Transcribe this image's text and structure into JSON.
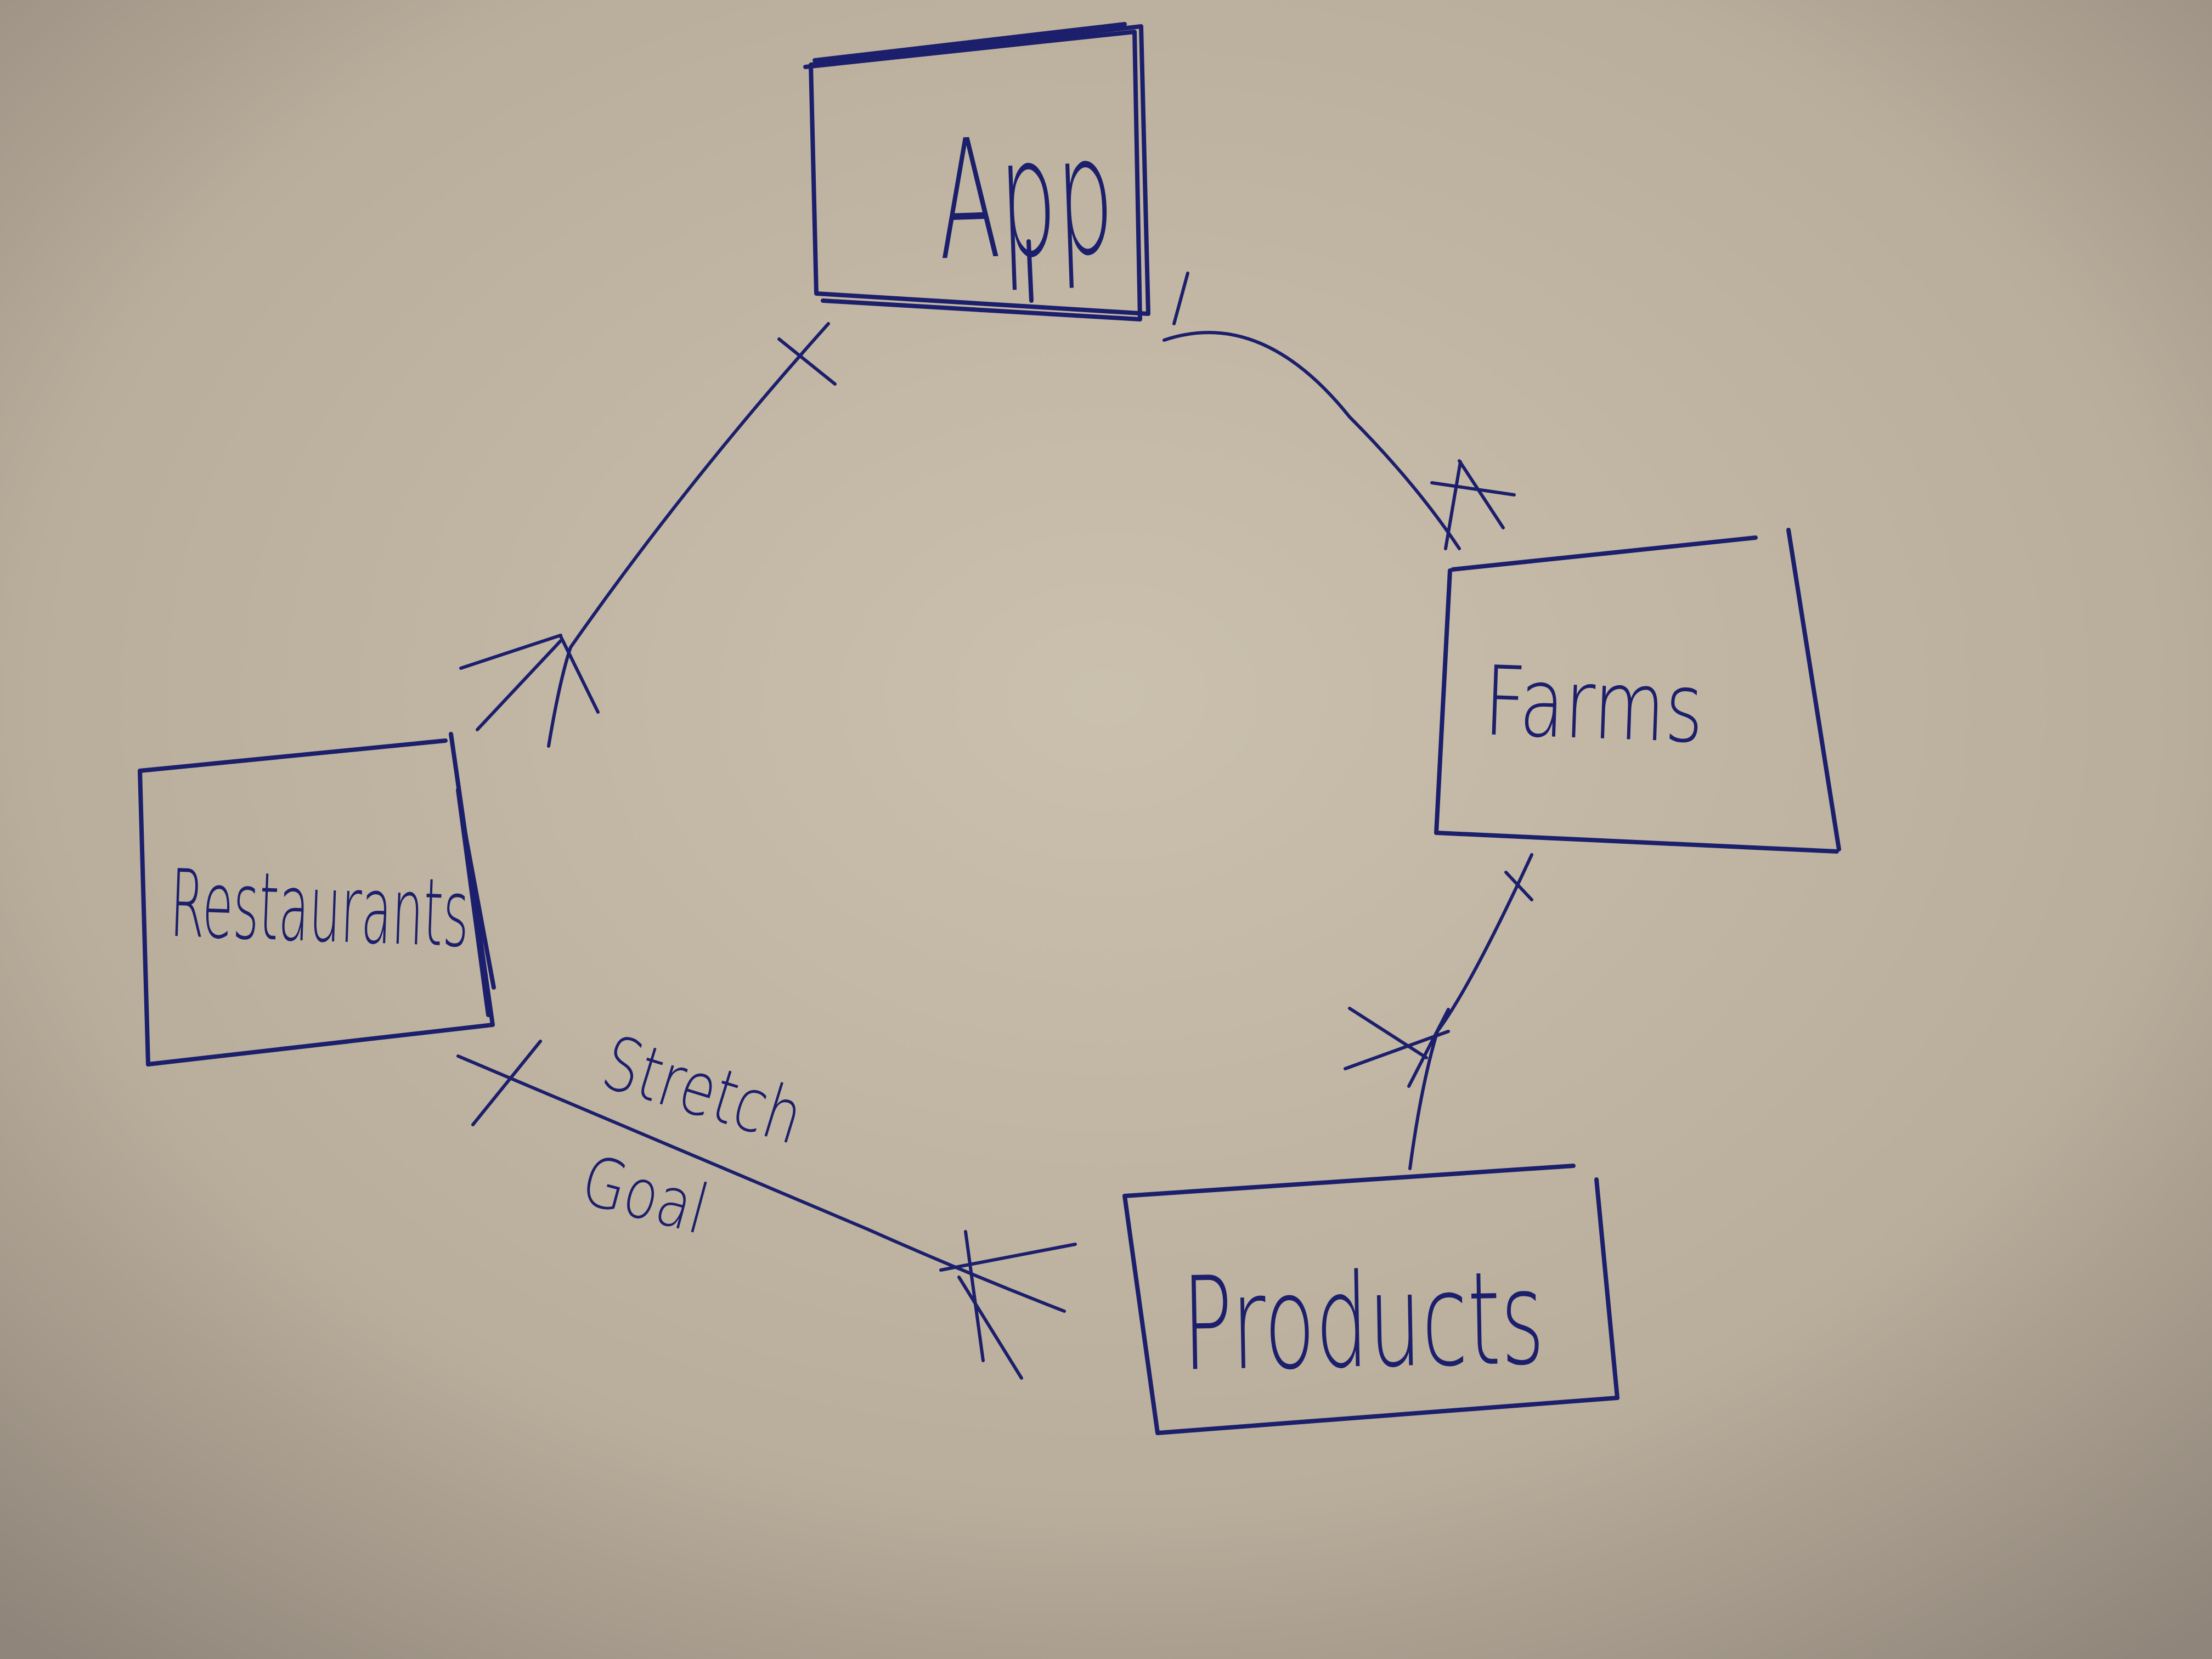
{
  "colors": {
    "paper_light": "#cbc0ae",
    "paper_mid": "#b9ad9b",
    "paper_dark": "#8f857a",
    "ink": "#1c1f6b"
  },
  "entities": [
    {
      "id": "app",
      "label": "App"
    },
    {
      "id": "farms",
      "label": "Farms"
    },
    {
      "id": "products",
      "label": "Products"
    },
    {
      "id": "restaurants",
      "label": "Restaurants"
    }
  ],
  "relationships": [
    {
      "id": "app-restaurants",
      "from": "app",
      "to": "restaurants",
      "from_cardinality": "one",
      "to_cardinality": "many"
    },
    {
      "id": "app-farms",
      "from": "app",
      "to": "farms",
      "from_cardinality": "one",
      "to_cardinality": "many"
    },
    {
      "id": "farms-products",
      "from": "farms",
      "to": "products",
      "from_cardinality": "one",
      "to_cardinality": "many"
    },
    {
      "id": "restaurants-products",
      "from": "restaurants",
      "to": "products",
      "from_cardinality": "one",
      "to_cardinality": "many",
      "note_line1": "Stretch",
      "note_line2": "Goal"
    }
  ]
}
